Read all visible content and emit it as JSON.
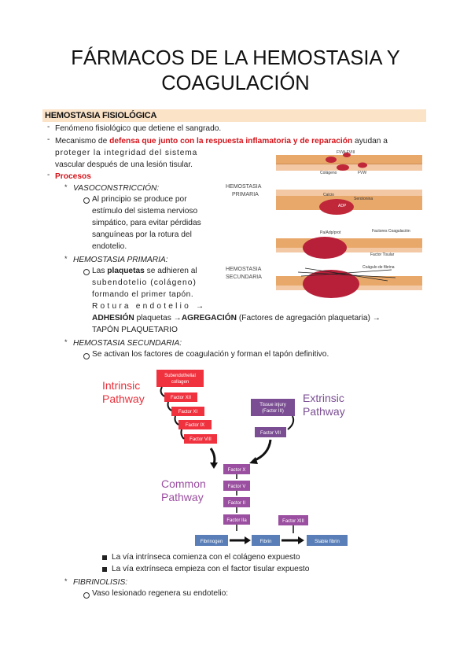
{
  "title_line1": "FÁRMACOS DE LA HEMOSTASIA Y",
  "title_line2": "COAGULACIÓN",
  "section": "HEMOSTASIA FISIOLÓGICA",
  "p1": "Fenómeno fisiológico que detiene el sangrado.",
  "p2_a": "Mecanismo de ",
  "p2_b": "defensa que junto con la respuesta inflamatoria y de reparación",
  "p2_c": " ayudan a",
  "p2_line2": "proteger la integridad del sistema",
  "p2_line3": "vascular después de una lesión tisular.",
  "procesos": "Procesos",
  "vaso_title": "VASOCONSTRICCIÓN:",
  "vaso_l1": "Al principio se produce por",
  "vaso_l2": "estímulo del sistema nervioso",
  "vaso_l3": "simpático, para evitar pérdidas",
  "vaso_l4": "sanguíneas por la rotura del",
  "vaso_l5": "endotelio.",
  "hp_title": "HEMOSTASIA PRIMARIA:",
  "hp_l1a": "Las ",
  "hp_l1b": "plaquetas",
  "hp_l1c": " se adhieren al",
  "hp_l2": "subendotelio (colágeno)",
  "hp_l3": "formando el primer tapón.",
  "hp_l4": "Rotura endotelio →",
  "hp_l5a": "ADHESIÓN",
  "hp_l5b": " plaquetas →",
  "hp_l5c": "AGREGACIÓN",
  "hp_l5d": " (Factores de agregación plaquetaria) →",
  "hp_l6": "TAPÓN PLAQUETARIO",
  "hs_title": "HEMOSTASIA SECUNDARIA:",
  "hs_l1": "Se activan los factores de coagulación y forman el tapón definitivo.",
  "img1": {
    "label_primaria_1": "HEMOSTASIA",
    "label_primaria_2": "PRIMARIA",
    "label_secundaria_1": "HEMOSTASIA",
    "label_secundaria_2": "SECUNDARIA",
    "fvw_fviii": "FVW-FVIII",
    "colageno": "Colágeno",
    "fvw": "FVW",
    "calcio": "Calcio",
    "serotonina": "Serotonina",
    "adp": "ADP",
    "factores": "Factores Coagulación",
    "pa": "Pa/Adp/prot",
    "factor_tisular": "Factor Tisular",
    "coagulo": "Coágulo de fibrina"
  },
  "pathway": {
    "intrinsic_1": "Intrinsic",
    "intrinsic_2": "Pathway",
    "extrinsic_1": "Extrinsic",
    "extrinsic_2": "Pathway",
    "common_1": "Common",
    "common_2": "Pathway",
    "subendo_1": "Subendothelial",
    "subendo_2": "collagen",
    "f12": "Factor XII",
    "f11": "Factor XI",
    "f9": "Factor IX",
    "f8": "Factor VIII",
    "tissue_1": "Tissue injury",
    "tissue_2": "(Factor III)",
    "f7": "Factor VII",
    "f10": "Factor X",
    "f5": "Factor V",
    "f2": "Factor II",
    "f2a": "Factor IIa",
    "f13": "Factor XIII",
    "fibrinogen": "Fibrinogen",
    "fibrin": "Fibrin",
    "stable": "Stable fibrin",
    "colors": {
      "intrinsic": "#f0323f",
      "extrinsic": "#7b4e94",
      "common": "#9b4fa0",
      "final": "#5a7fb8"
    }
  },
  "sq1": "La vía intrínseca comienza con el colágeno expuesto",
  "sq2": "La vía extrínseca empieza con el factor tisular expuesto",
  "fib_title": "FIBRINOLISIS:",
  "fib_l1": "Vaso lesionado regenera su endotelio:"
}
